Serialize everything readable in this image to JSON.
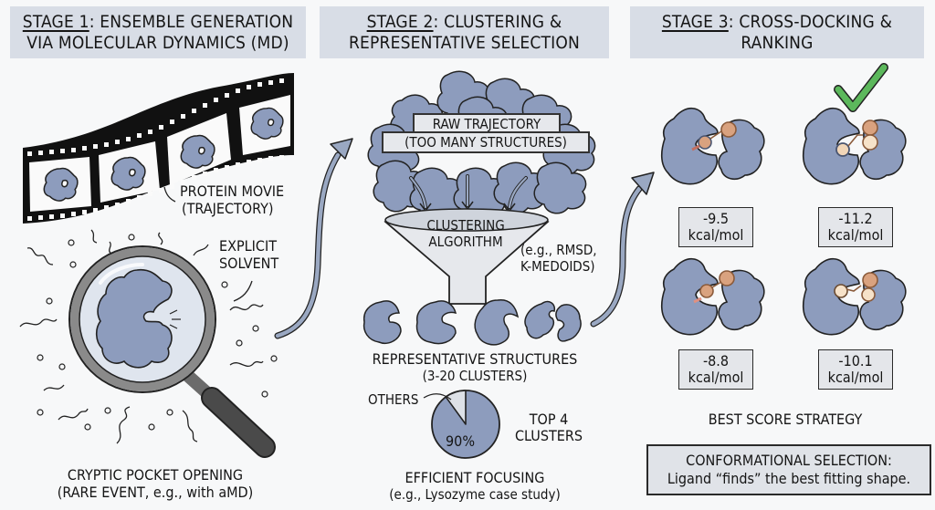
{
  "stages": [
    {
      "number_label": "STAGE 1",
      "title_rest_line1": ": ENSEMBLE GENERATION",
      "title_line2": "VIA MOLECULAR DYNAMICS (MD)"
    },
    {
      "number_label": "STAGE 2",
      "title_rest_line1": ": CLUSTERING &",
      "title_line2": "REPRESENTATIVE SELECTION"
    },
    {
      "number_label": "STAGE 3",
      "title_rest_line1": ": CROSS-DOCKING &",
      "title_line2": "RANKING"
    }
  ],
  "stage1": {
    "film_label_line1": "PROTEIN MOVIE",
    "film_label_line2": "(TRAJECTORY)",
    "solvent_label_line1": "EXPLICIT",
    "solvent_label_line2": "SOLVENT",
    "pocket_title": "CRYPTIC POCKET OPENING",
    "pocket_subtitle": "(RARE EVENT, e.g., with aMD)",
    "film_frames": 4
  },
  "stage2": {
    "raw_label_line1": "RAW TRAJECTORY",
    "raw_label_line2": "(TOO MANY STRUCTURES)",
    "funnel_label_line1": "CLUSTERING",
    "funnel_label_line2": "ALGORITHM",
    "method_note_line1": "(e.g., RMSD,",
    "method_note_line2": "K-MEDOIDS)",
    "representatives_title": "REPRESENTATIVE STRUCTURES",
    "representatives_subtitle": "(3-20 CLUSTERS)",
    "representatives_count": 4,
    "pie": {
      "others_label": "OTHERS",
      "main_label_line1": "TOP 4",
      "main_label_line2": "CLUSTERS",
      "main_percent_label": "90%",
      "main_fraction": 0.9,
      "others_fraction": 0.1
    },
    "focus_title": "EFFICIENT FOCUSING",
    "focus_subtitle": "(e.g., Lysozyme case study)"
  },
  "stage3": {
    "poses": [
      {
        "score": "-9.5",
        "unit": "kcal/mol",
        "best": false
      },
      {
        "score": "-11.2",
        "unit": "kcal/mol",
        "best": true
      },
      {
        "score": "-8.8",
        "unit": "kcal/mol",
        "best": false
      },
      {
        "score": "-10.1",
        "unit": "kcal/mol",
        "best": false
      }
    ],
    "strategy_label": "BEST SCORE STRATEGY",
    "conclusion_title": "CONFORMATIONAL SELECTION:",
    "conclusion_text": "Ligand “finds” the best fitting shape."
  },
  "colors": {
    "header_bg": "#d8dde6",
    "protein": "#8d9cbd",
    "ligand": "#d9a27f",
    "check": "#5cb85c",
    "arrow": "#9aa8c2"
  }
}
